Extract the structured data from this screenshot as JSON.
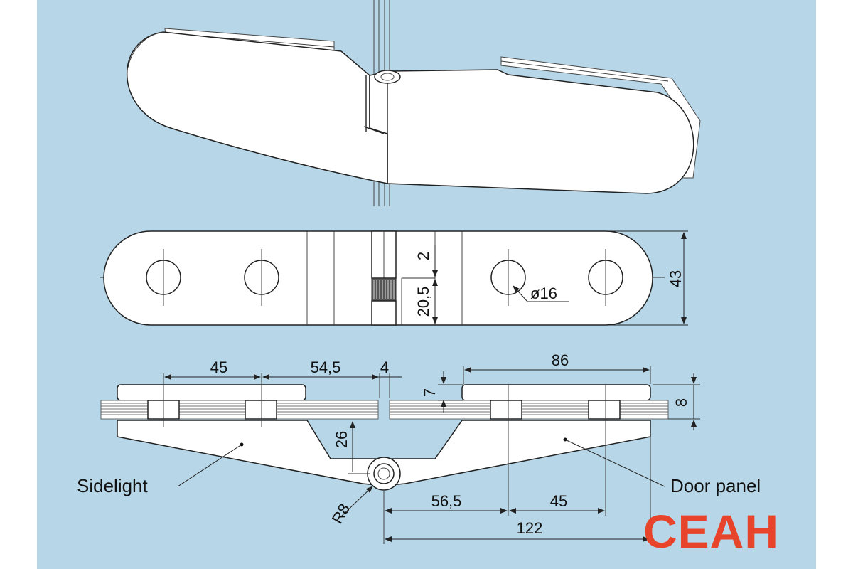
{
  "labels": {
    "sidelight": "Sidelight",
    "door_panel": "Door panel"
  },
  "dimensions": {
    "d45_top": "45",
    "d54_5": "54,5",
    "d4": "4",
    "d86": "86",
    "d7": "7",
    "d8": "8",
    "d26": "26",
    "d2": "2",
    "d20_5": "20,5",
    "d43": "43",
    "dia16": "ø16",
    "r8": "R8",
    "d56_5": "56,5",
    "d45_bottom": "45",
    "d122": "122"
  },
  "logo": {
    "text": "CEAH",
    "color": "#e8442c"
  },
  "colors": {
    "background": "#b7d7e8",
    "part": "#ffffff",
    "line": "#222222"
  }
}
